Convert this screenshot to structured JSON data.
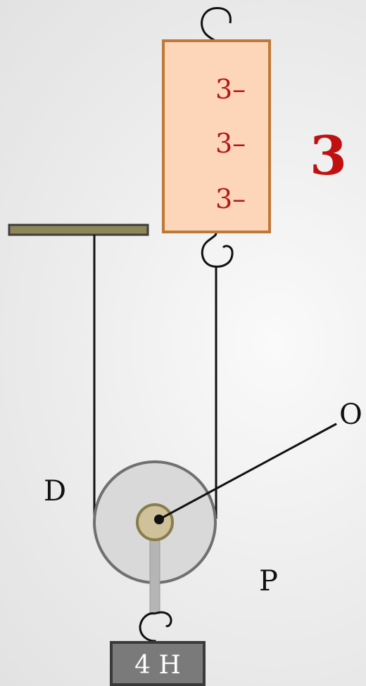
{
  "scale": {
    "ticks": [
      "3–",
      "3–",
      "3–"
    ],
    "reading": "3",
    "tick_color": "#b01818",
    "reading_color": "#c01010",
    "body_color": "#fdd5b8",
    "border_color": "#c07838"
  },
  "labels": {
    "left_point": "D",
    "right_point": "P",
    "arm_end": "O"
  },
  "weight": {
    "label": "4 H",
    "color": "#7a7a7a"
  },
  "ceiling": {
    "color": "#8f8657"
  },
  "pulley": {
    "color": "#d9d9d9",
    "axle_color": "#cfc29a"
  }
}
